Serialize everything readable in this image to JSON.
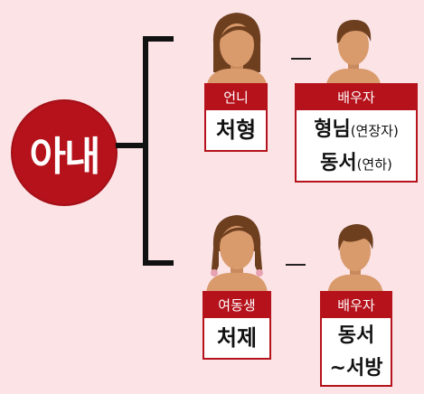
{
  "center": {
    "label": "아내"
  },
  "branches": [
    {
      "role_label": "언니",
      "name": "처형",
      "spouse_header": "배우자",
      "spouse_lines": [
        {
          "main": "형님",
          "note": "(연장자)"
        },
        {
          "main": "동서",
          "note": "(연하)"
        }
      ]
    },
    {
      "role_label": "여동생",
      "name": "처제",
      "spouse_header": "배우자",
      "spouse_lines": [
        {
          "main": "동서",
          "note": ""
        },
        {
          "main": "~서방",
          "note": ""
        }
      ]
    }
  ],
  "colors": {
    "background": "#fbe3e6",
    "accent_red": "#b5121b",
    "hair": "#6e3f1f",
    "skin": "#d99a6c"
  }
}
